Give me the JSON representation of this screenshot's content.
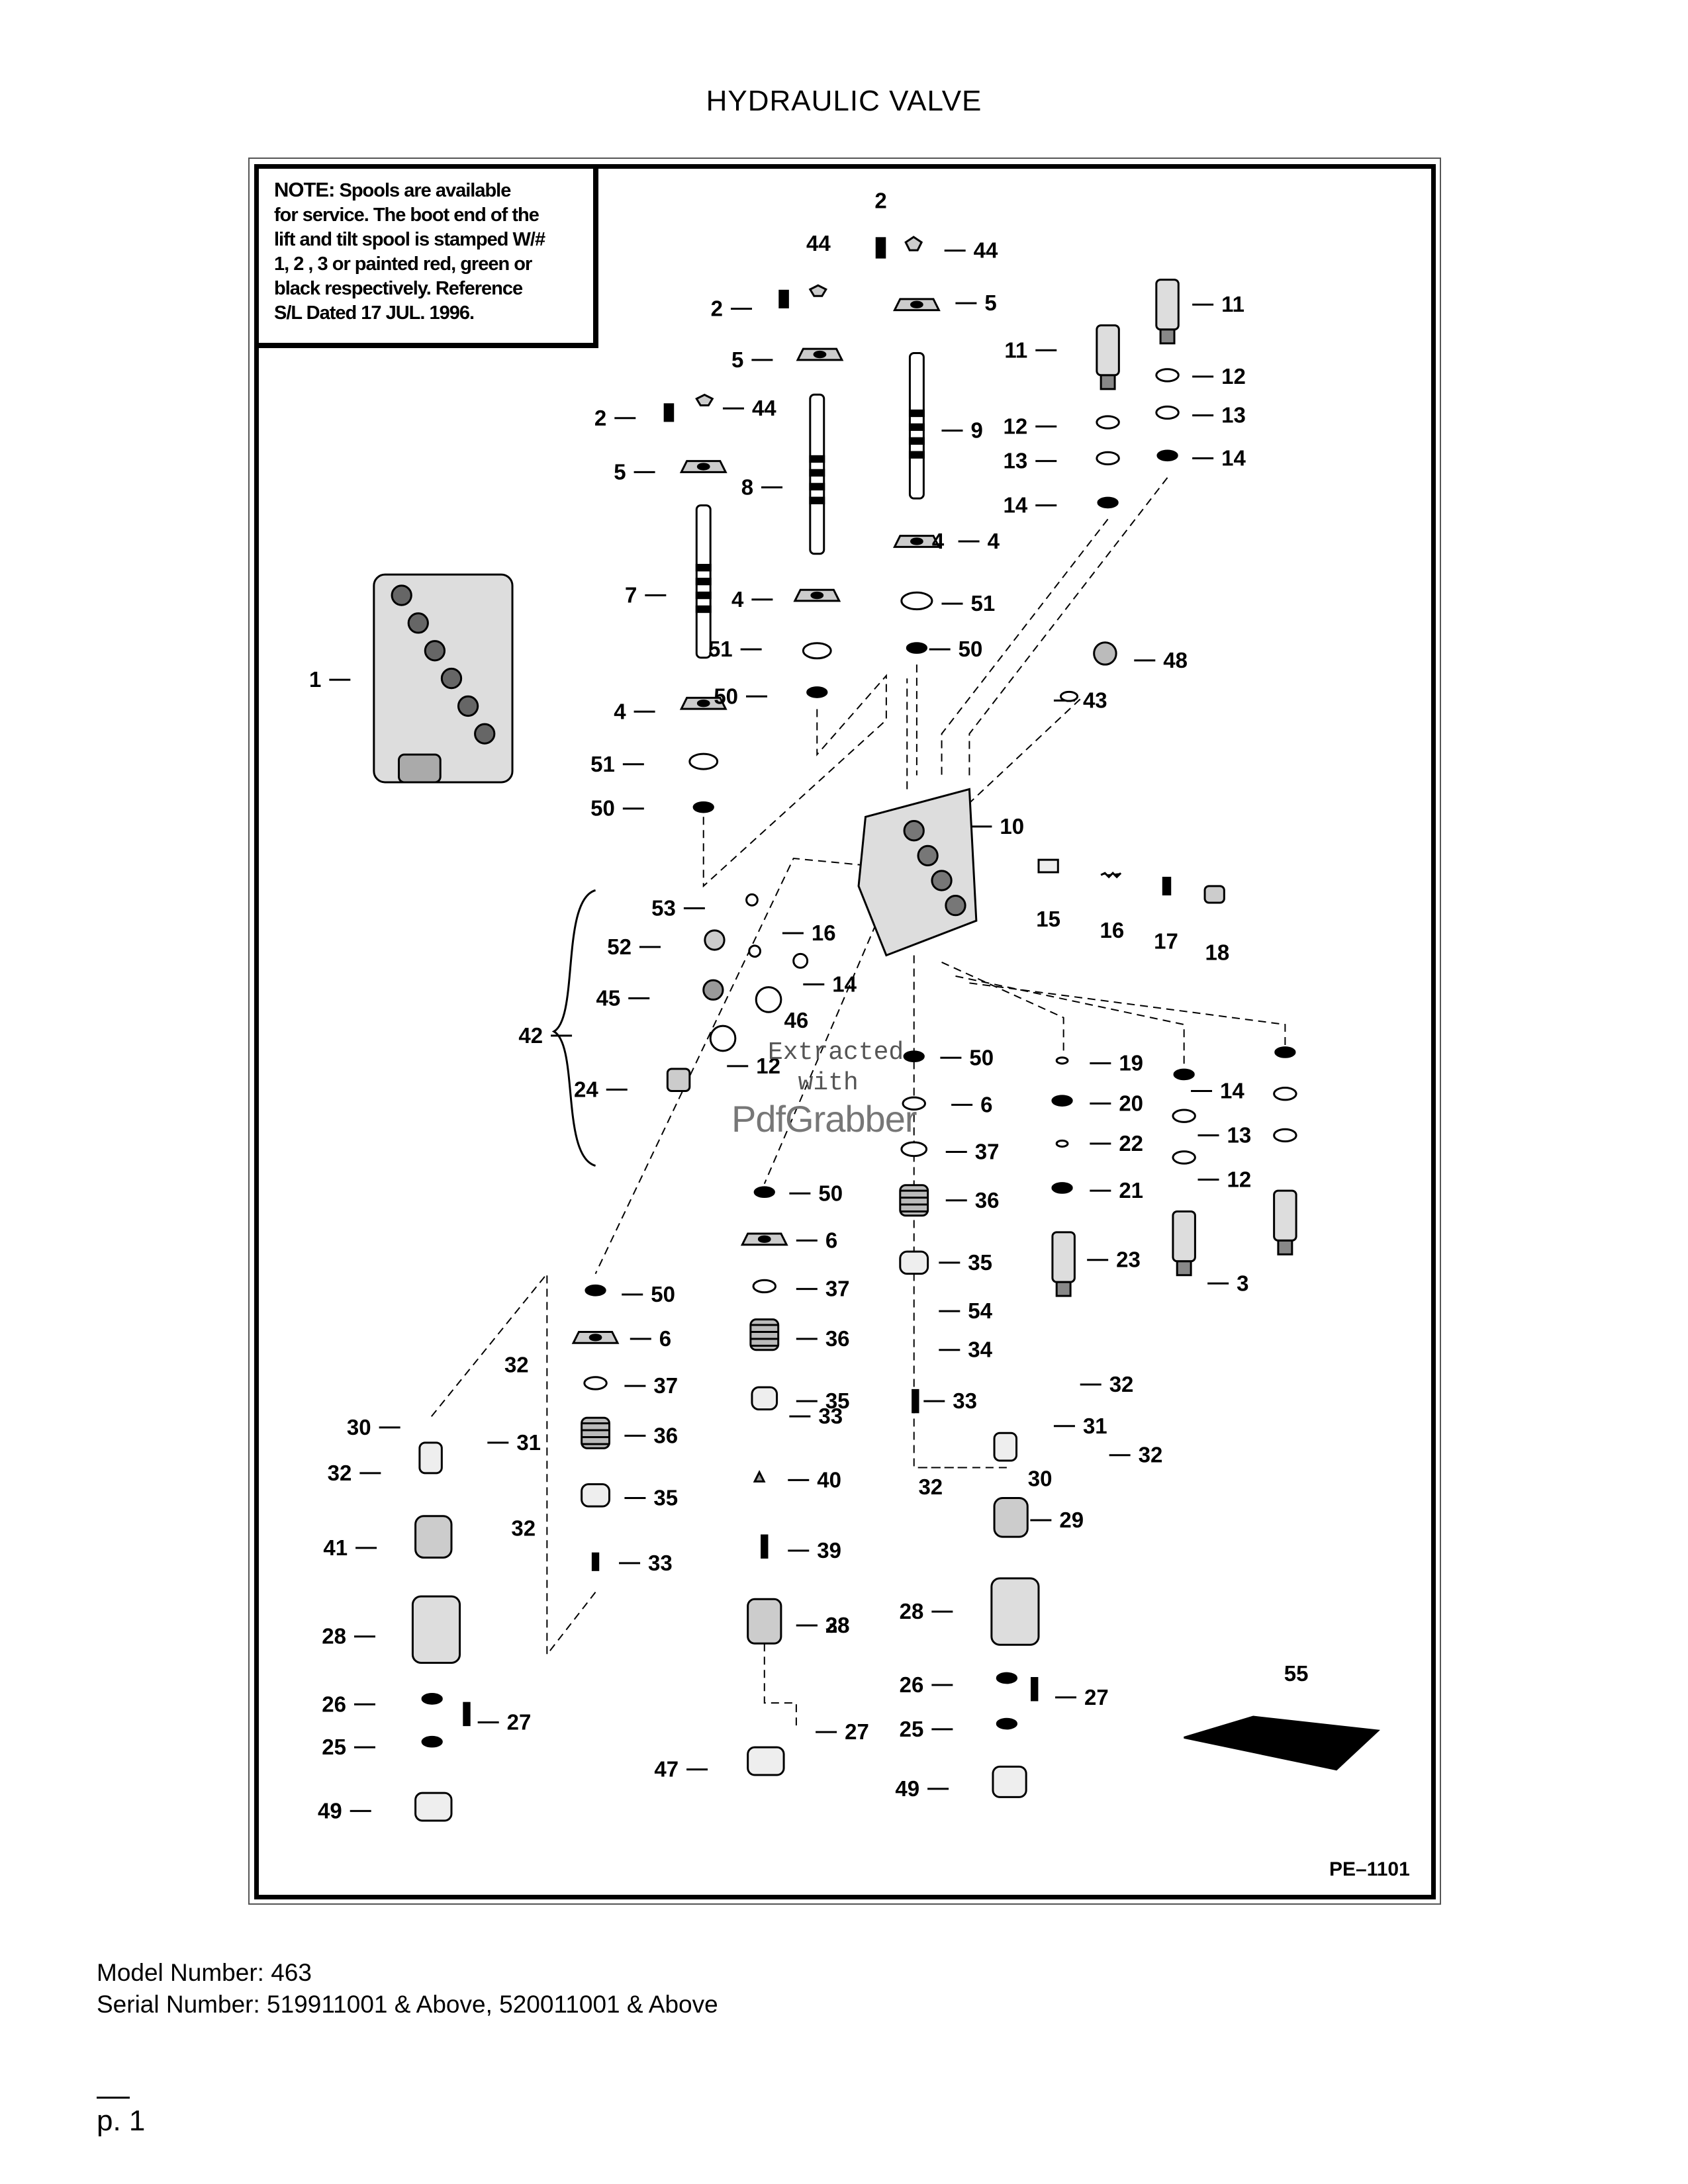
{
  "page": {
    "title": "HYDRAULIC VALVE",
    "model_line": "Model Number: 463",
    "serial_line": "Serial Number: 519911001 & Above, 520011001 & Above",
    "page_number": "p. 1"
  },
  "diagram": {
    "note_label": "NOTE:",
    "note_lines": [
      "Spools are available",
      "for service. The boot end of the",
      "lift and tilt spool is stamped W/#",
      "1, 2 , 3 or painted red, green or",
      "black respectively. Reference",
      "S/L Dated 17 JUL. 1996."
    ],
    "figure_code": "PE–1101",
    "watermark": {
      "line1": "Extracted",
      "line2": "with",
      "brand": "PdfGrabber"
    }
  },
  "callouts": [
    "1",
    "2",
    "2",
    "2",
    "3",
    "4",
    "4",
    "4",
    "4",
    "5",
    "5",
    "5",
    "6",
    "6",
    "6",
    "7",
    "8",
    "9",
    "10",
    "11",
    "11",
    "12",
    "12",
    "12",
    "12",
    "13",
    "13",
    "13",
    "14",
    "14",
    "14",
    "14",
    "15",
    "16",
    "16",
    "17",
    "18",
    "19",
    "20",
    "21",
    "22",
    "23",
    "24",
    "25",
    "25",
    "26",
    "26",
    "27",
    "27",
    "27",
    "28",
    "28",
    "28",
    "29",
    "30",
    "30",
    "31",
    "31",
    "32",
    "32",
    "32",
    "32",
    "32",
    "32",
    "33",
    "33",
    "33",
    "34",
    "35",
    "35",
    "35",
    "36",
    "36",
    "36",
    "37",
    "37",
    "37",
    "38",
    "39",
    "40",
    "41",
    "42",
    "43",
    "44",
    "44",
    "44",
    "45",
    "46",
    "47",
    "48",
    "49",
    "49",
    "50",
    "50",
    "50",
    "50",
    "50",
    "50",
    "51",
    "51",
    "51",
    "52",
    "53",
    "54",
    "55"
  ]
}
